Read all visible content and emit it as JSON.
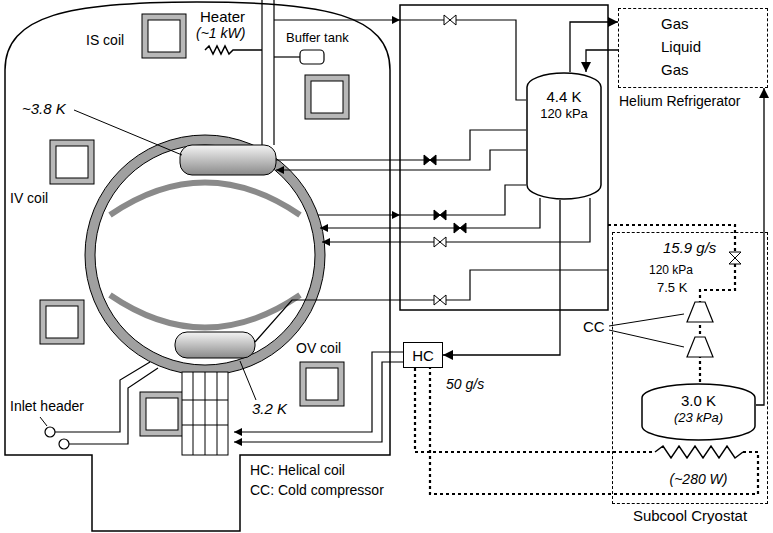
{
  "diagram": {
    "nodes": [
      {
        "text": [
          "Gas",
          "Liquid",
          "Gas",
          "Helium Refrigerator"
        ]
      },
      {
        "text": [
          "4.4 K",
          "120 kPa"
        ]
      },
      {
        "text": [
          "15.9 g/s",
          "120 kPa",
          "7.5 K",
          "Subcool Cryostat"
        ]
      },
      {
        "text": [
          "3.0 K",
          "(23 kPa)",
          "(~280 W)"
        ],
        "in": 2
      },
      {
        "text": [
          "HC"
        ]
      }
    ],
    "edges": [
      {
        "from": 0,
        "to": 1,
        "arrow": "to"
      },
      {
        "from": 1,
        "to": 0,
        "arrow": "to"
      },
      {
        "from": 1,
        "to": 4,
        "arrow": "to"
      },
      {
        "from": 3,
        "to": 0,
        "arrow": "to"
      }
    ],
    "labels": [
      "Heater",
      "(~1 kW)",
      "Buffer tank",
      "~3.8 K",
      "IS coil",
      "IV coil",
      "OV coil",
      "3.2 K",
      "Inlet header",
      "50 g/s",
      "CC",
      "HC: Helical coil",
      "CC: Cold compressor"
    ]
  }
}
